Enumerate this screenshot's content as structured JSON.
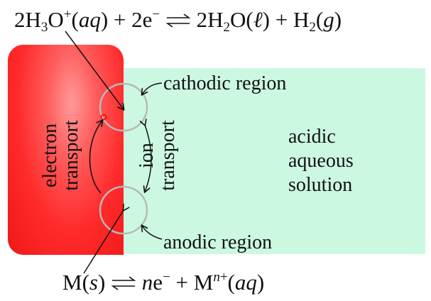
{
  "equations": {
    "cathodic": {
      "coef1": "2H",
      "sub1": "3",
      "o": "O",
      "sup1": "+",
      "aq1": "aq",
      "plus1": " + 2e",
      "sup2": "−",
      "coef2": " 2H",
      "sub2": "2",
      "o2": "O(",
      "liquid": "ℓ",
      "close": ") + H",
      "sub3": "2",
      "g": "g"
    },
    "anodic": {
      "m": "M(",
      "s": "s",
      "close": ") ",
      "n1": "n",
      "e": "e",
      "sup_e": "−",
      "plus": " + M",
      "n2": "n",
      "plus_sign": "+",
      "aq": "aq"
    }
  },
  "labels": {
    "cathodic_region": "cathodic region",
    "anodic_region": "anodic region",
    "electron_transport": [
      "electron",
      "transport"
    ],
    "ion_transport": [
      "ion",
      "transport"
    ],
    "solution": [
      "acidic",
      "aqueous",
      "solution"
    ]
  },
  "colors": {
    "metal": "#ff2a2a",
    "solution": "#ccf8e2",
    "circle": "#b8b8b8",
    "cathode_dot": "#ff0000"
  }
}
